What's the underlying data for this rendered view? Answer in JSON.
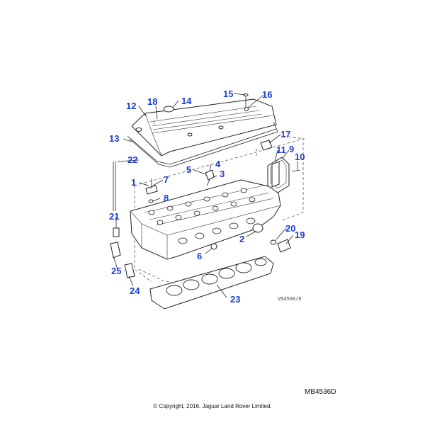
{
  "diagram_ref": "VS4536/D",
  "diagram_code": "MB4536D",
  "copyright": "© Copyright, 2016. Jaguar Land Rover Limited.",
  "callouts": {
    "c1": "1",
    "c2": "2",
    "c3": "3",
    "c4": "4",
    "c5": "5",
    "c6": "6",
    "c7": "7",
    "c8": "8",
    "c9": "9",
    "c10": "10",
    "c11": "11",
    "c12": "12",
    "c13": "13",
    "c14": "14",
    "c15": "15",
    "c16": "16",
    "c17": "17",
    "c18": "18",
    "c19": "19",
    "c20": "20",
    "c21": "21",
    "c22": "22",
    "c23": "23",
    "c24": "24",
    "c25": "25"
  },
  "colors": {
    "callout": "#1a3fd6",
    "line": "#222222"
  }
}
